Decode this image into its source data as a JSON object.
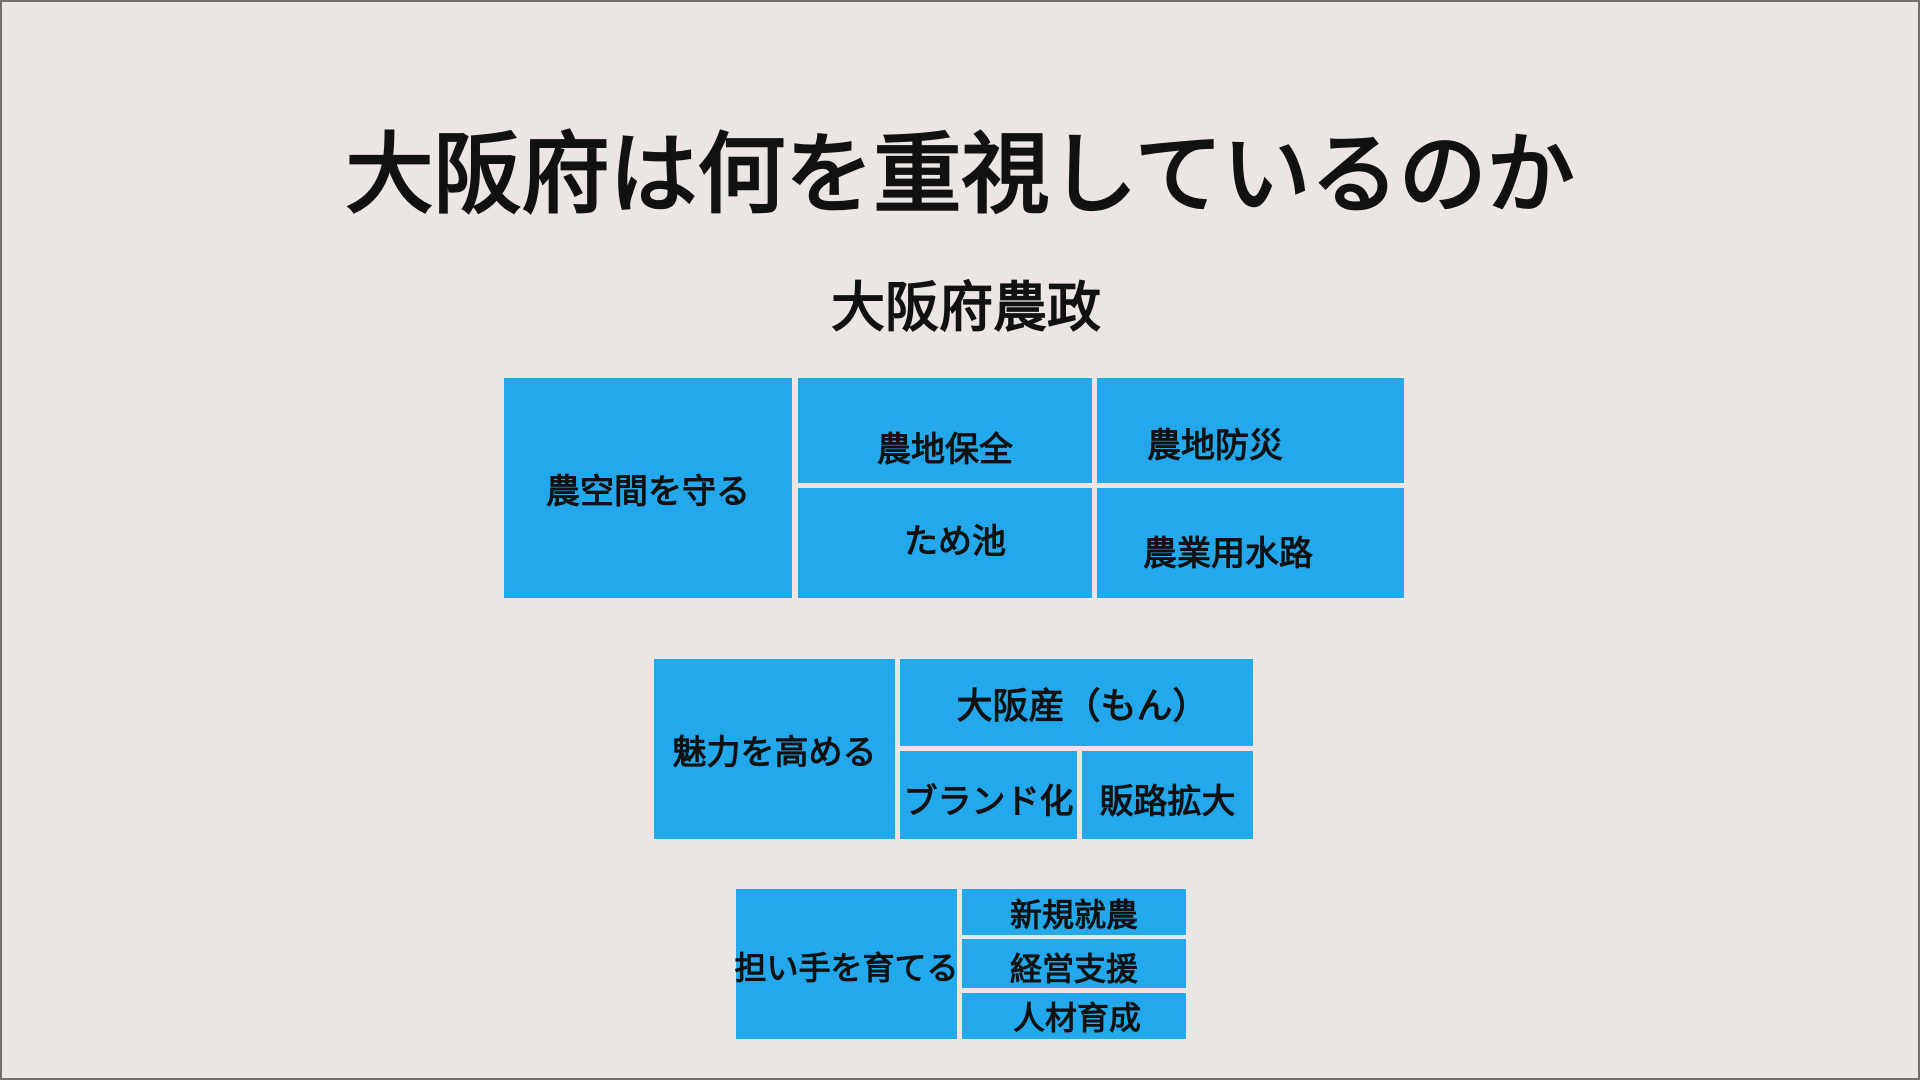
{
  "title": "大阪府は何を重視しているのか",
  "subtitle": "大阪府農政",
  "group1": {
    "main": "農空間を守る",
    "items": [
      "農地保全",
      "農地防災",
      "ため池",
      "農業用水路"
    ]
  },
  "group2": {
    "main": "魅力を高める",
    "top": "大阪産（もん）",
    "items": [
      "ブランド化",
      "販路拡大"
    ]
  },
  "group3": {
    "main": "担い手を育てる",
    "items": [
      "新規就農",
      "経営支援",
      "人材育成"
    ]
  },
  "colors": {
    "box": "#22a8eb",
    "background": "#ebe6e3",
    "divider": "#ffffff"
  }
}
